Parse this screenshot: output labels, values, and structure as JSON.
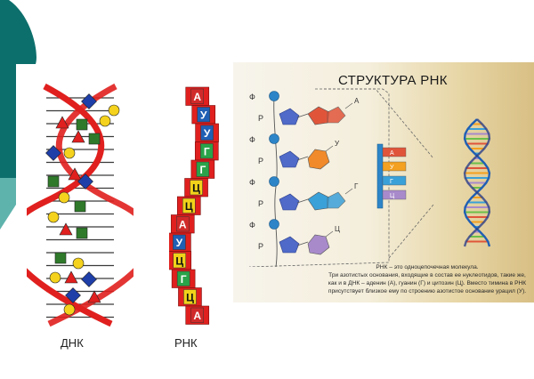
{
  "captions": {
    "dna": "ДНК",
    "rna": "РНК"
  },
  "rna_strand": {
    "bases": [
      "А",
      "У",
      "У",
      "Г",
      "Г",
      "Ц",
      "Ц",
      "А",
      "У",
      "Ц",
      "Г",
      "Ц",
      "А"
    ],
    "colors": {
      "А": "#d12a2a",
      "У": "#1f5fb4",
      "Г": "#2aa34a",
      "Ц": "#f1d21a"
    }
  },
  "poster": {
    "title": "СТРУКТУРА РНК",
    "phosphate_label": "Ф",
    "ribose_label": "Р",
    "base_labels": [
      "А",
      "У",
      "Г",
      "Ц"
    ],
    "ladder_labels": [
      "А",
      "У",
      "Г",
      "Ц"
    ],
    "caption_lines": [
      "РНК – это одноцепочечная молекула.",
      "Три азотистых основания, входящие в состав ее нуклеотидов, такие же,",
      "как и в ДНК – аденин (А), гуанин (Г) и цитозин (Ц). Вместо тимина в РНК",
      "присутствует близкое ему по строению азотистое основание урацил (У)."
    ]
  },
  "colors": {
    "teal": "#0d6f6c",
    "teal_light": "#5fb3ad",
    "helix_red": "#e0201e"
  }
}
